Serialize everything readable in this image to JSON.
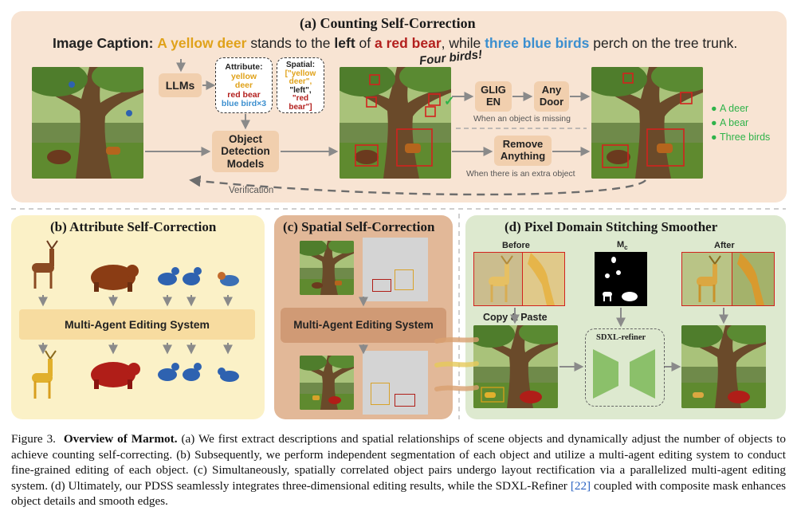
{
  "panel_a": {
    "title": "(a) Counting Self-Correction",
    "caption_label": "Image Caption:",
    "caption_parts": {
      "p1": "A yellow deer",
      "p2": " stands to the ",
      "p3": "left",
      "p4": " of ",
      "p5": "a red bear",
      "p6": ", while ",
      "p7": "three blue birds",
      "p8": " perch on the tree trunk."
    },
    "llms": "LLMs",
    "attribute_box": {
      "title": "Attribute:",
      "l1": "yellow",
      "l2": "deer",
      "l3": "red bear",
      "l4": "blue bird×3"
    },
    "spatial_box": {
      "title": "Spatial:",
      "l1": "[\"yellow",
      "l2": "deer\",",
      "l3": "\"left\",",
      "l4": "\"red",
      "l5": "bear\"]"
    },
    "odm": "Object Detection Models",
    "four_birds": "Four birds!",
    "glig": "GLIG EN",
    "anydoor": "Any Door",
    "missing": "When an object is missing",
    "remove": "Remove Anything",
    "extra": "When there is an extra object",
    "verification": "Verification",
    "checks": [
      "A deer",
      "A bear",
      "Three birds"
    ]
  },
  "panel_b": {
    "title": "(b) Attribute Self-Correction",
    "system": "Multi-Agent Editing System"
  },
  "panel_c": {
    "title": "(c) Spatial Self-Correction",
    "system": "Multi-Agent Editing System"
  },
  "panel_d": {
    "title": "(d) Pixel Domain Stitching Smoother",
    "before": "Before",
    "mc": "M",
    "mc_sub": "c",
    "after": "After",
    "copy_paste": "Copy & Paste",
    "refiner": "SDXL-refiner"
  },
  "figure_caption": {
    "label": "Figure 3.",
    "bold": "Overview of Marmot.",
    "text1": " (a) We first extract descriptions and spatial relationships of scene objects and dynamically adjust the number of objects to achieve counting self-correcting. (b) Subsequently, we perform independent segmentation of each object and utilize a multi-agent editing system to conduct fine-grained editing of each object. (c) Simultaneously, spatially correlated object pairs undergo layout rectification via a parallelized multi-agent editing system. (d) Ultimately, our PDSS seamlessly integrates three-dimensional editing results, while the SDXL-Refiner ",
    "ref": "[22]",
    "text2": " coupled with composite mask enhances object details and smooth edges."
  },
  "colors": {
    "panel_a_bg": "#f8e4d3",
    "panel_b_bg": "#fbf1c7",
    "panel_c_bg": "#e2b898",
    "panel_d_bg": "#dde9cf",
    "yellow_text": "#e0a21a",
    "red_text": "#b3201e",
    "blue_text": "#3c8fcf",
    "check_green": "#2fb34a"
  }
}
